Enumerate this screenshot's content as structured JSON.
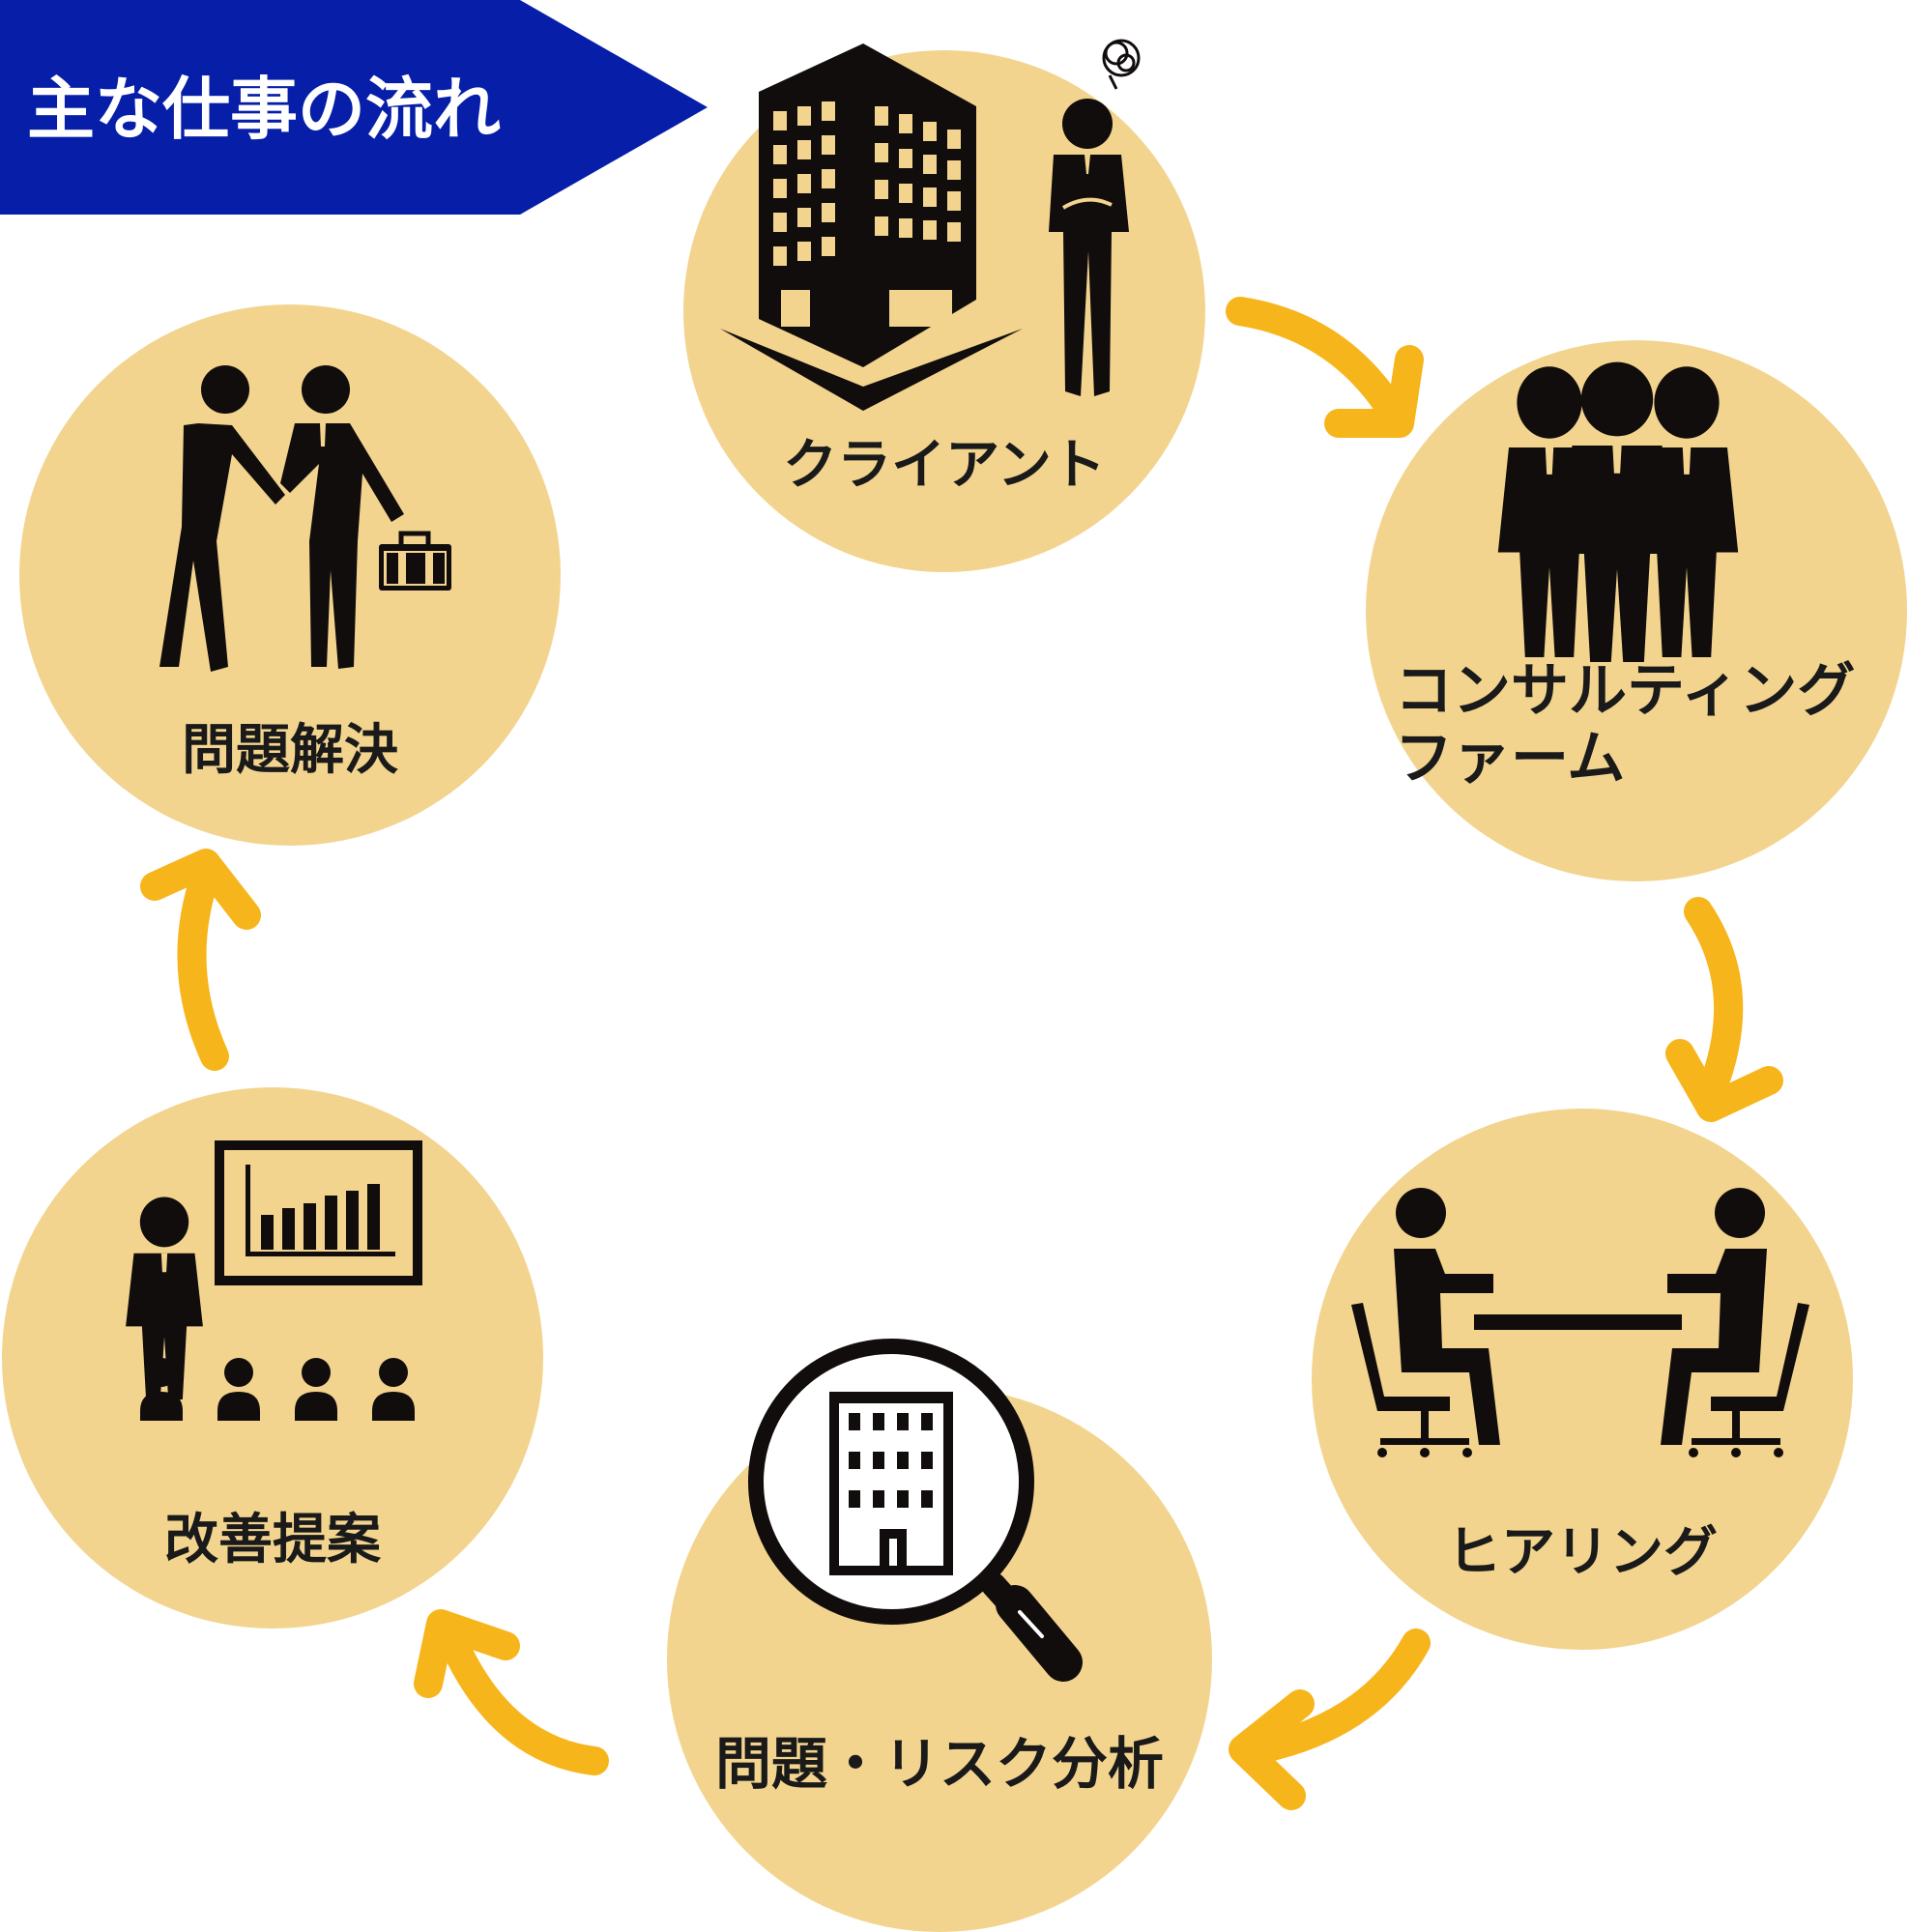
{
  "title": "主な仕事の流れ",
  "colors": {
    "banner": "#061ea8",
    "circle": "#f2d48e",
    "arrow": "#f7b51c",
    "icon": "#120d0d",
    "text": "#1a1a1a"
  },
  "steps": [
    {
      "label": "クライアント",
      "icon": "office-building-and-troubled-client-icon"
    },
    {
      "label_lines": [
        "コンサルティング",
        "ファーム"
      ],
      "icon": "consulting-team-icon"
    },
    {
      "label": "ヒアリング",
      "icon": "meeting-table-icon"
    },
    {
      "label": "問題・リスク分析",
      "icon": "magnifier-building-icon"
    },
    {
      "label": "改善提案",
      "icon": "presentation-audience-icon"
    },
    {
      "label": "問題解決",
      "icon": "handshake-icon"
    }
  ]
}
